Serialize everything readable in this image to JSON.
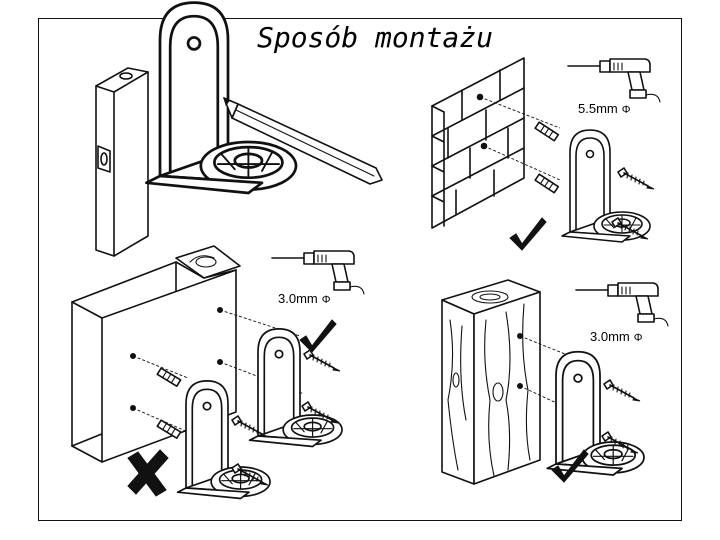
{
  "title": "Sposób montażu",
  "panels": {
    "brick": {
      "drill_size": "5.5mm",
      "diameter_symbol": "Φ",
      "verdict": "correct"
    },
    "panel": {
      "drill_size": "3.0mm",
      "diameter_symbol": "Φ",
      "verdict_good": "correct",
      "verdict_bad": "wrong"
    },
    "wood": {
      "drill_size": "3.0mm",
      "diameter_symbol": "Φ",
      "verdict": "correct"
    }
  },
  "colors": {
    "ink": "#111111",
    "background": "#ffffff"
  }
}
